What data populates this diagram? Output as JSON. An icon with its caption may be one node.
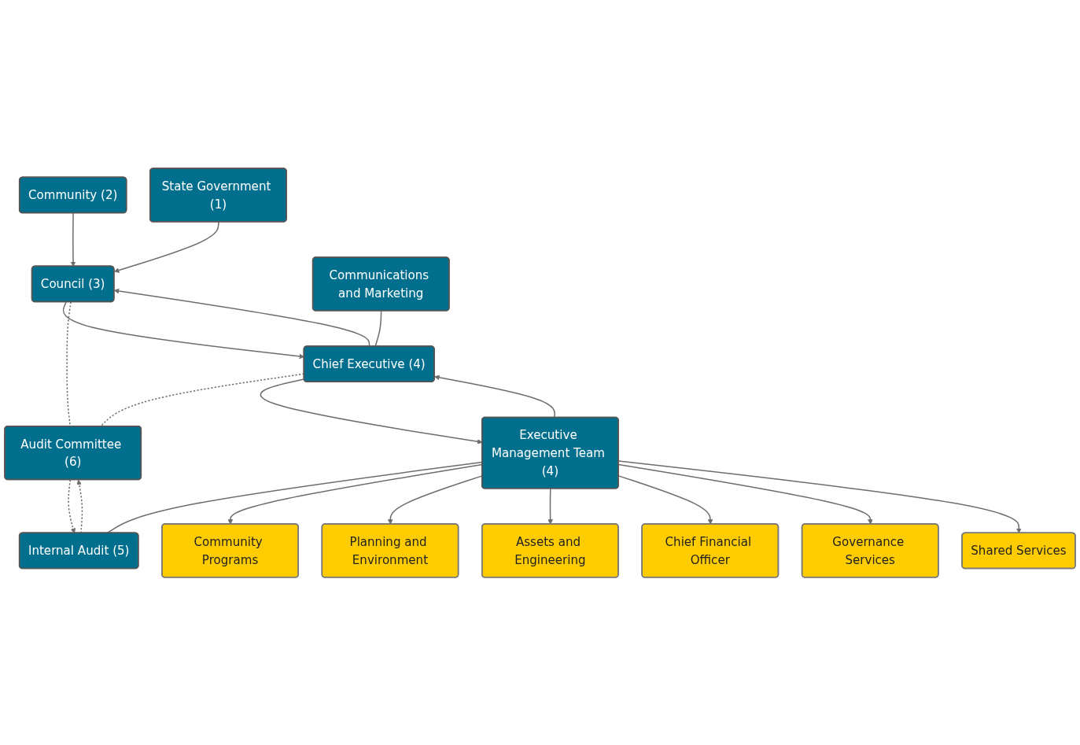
{
  "diagram": {
    "nodes": [
      {
        "text": [
          "Community (2)"
        ]
      },
      {
        "text": [
          "State Government (1)"
        ]
      },
      {
        "text": [
          "Council (3)"
        ]
      },
      {
        "text": [
          "Communications and Marketing"
        ]
      },
      {
        "text": [
          "Chief Executive (4)"
        ]
      },
      {
        "text": [
          "Audit Committee (6)"
        ]
      },
      {
        "text": [
          "Executive Management Team (4)"
        ]
      },
      {
        "text": [
          "Internal Audit (5)"
        ]
      },
      {
        "text": [
          "Community Programs"
        ]
      },
      {
        "text": [
          "Planning and Environment"
        ]
      },
      {
        "text": [
          "Assets and Engineering"
        ]
      },
      {
        "text": [
          "Chief Financial Officer"
        ]
      },
      {
        "text": [
          "Governance Services"
        ]
      },
      {
        "text": [
          "Shared Services"
        ]
      }
    ],
    "edges": [
      {
        "from": 0,
        "to": 2,
        "arrow": "to"
      },
      {
        "from": 1,
        "to": 2,
        "arrow": "to"
      },
      {
        "from": 2,
        "to": 4,
        "arrow": "to"
      },
      {
        "from": 4,
        "to": 2,
        "arrow": "to"
      },
      {
        "from": 2,
        "to": 5,
        "arrow": "none",
        "style": "dashed"
      },
      {
        "from": 3,
        "to": 4,
        "arrow": "none"
      },
      {
        "from": 4,
        "to": 5,
        "arrow": "none",
        "style": "dashed"
      },
      {
        "from": 4,
        "to": 6,
        "arrow": "to"
      },
      {
        "from": 6,
        "to": 4,
        "arrow": "to"
      },
      {
        "from": 5,
        "to": 7,
        "arrow": "to",
        "style": "dashed"
      },
      {
        "from": 7,
        "to": 5,
        "arrow": "to",
        "style": "dashed"
      },
      {
        "from": 6,
        "to": 7,
        "arrow": "none"
      },
      {
        "from": 6,
        "to": 8,
        "arrow": "to"
      },
      {
        "from": 6,
        "to": 9,
        "arrow": "to"
      },
      {
        "from": 6,
        "to": 10,
        "arrow": "to"
      },
      {
        "from": 6,
        "to": 11,
        "arrow": "to"
      },
      {
        "from": 6,
        "to": 12,
        "arrow": "to"
      },
      {
        "from": 6,
        "to": 13,
        "arrow": "to"
      }
    ]
  }
}
